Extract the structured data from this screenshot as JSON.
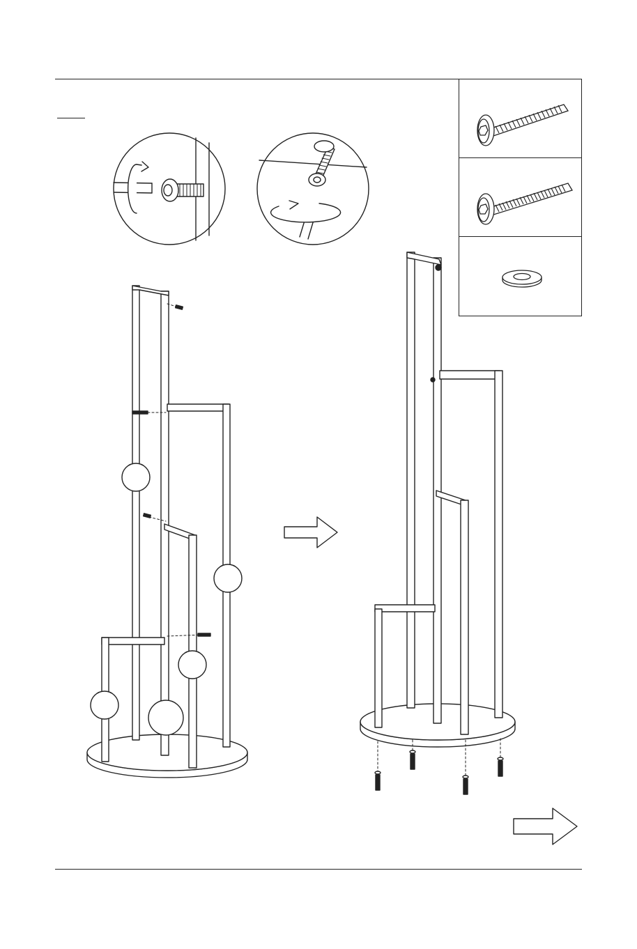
{
  "document": {
    "step_label": "",
    "hardware": [
      {
        "name": "hex-bolt-short",
        "icon": "short-bolt-icon"
      },
      {
        "name": "hex-bolt-long",
        "icon": "long-bolt-icon"
      },
      {
        "name": "flat-washer",
        "icon": "washer-icon"
      }
    ],
    "part_callouts": [
      "",
      "",
      "",
      "",
      ""
    ],
    "next_arrow_icon": "right-arrow-icon",
    "colors": {
      "line": "#222222",
      "background": "#ffffff"
    }
  }
}
